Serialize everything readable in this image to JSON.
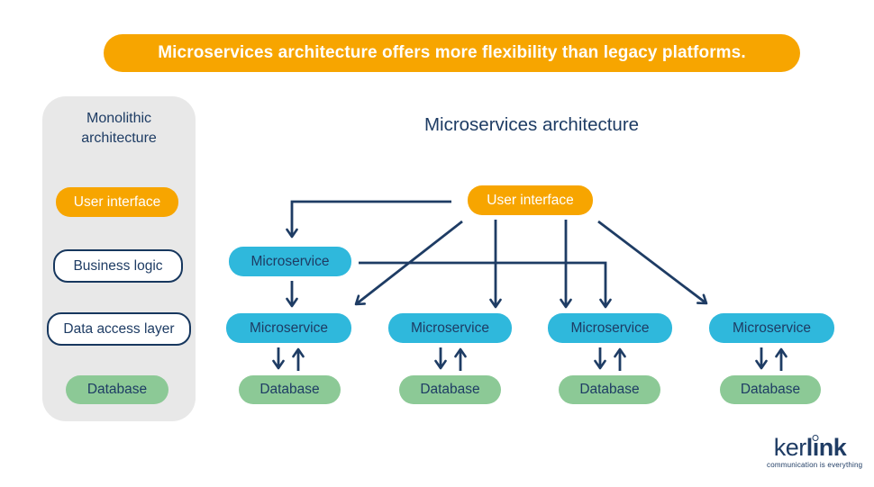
{
  "banner": {
    "text": "Microservices architecture offers more flexibility than legacy platforms.",
    "bg_color": "#F7A500"
  },
  "monolith": {
    "title": "Monolithic architecture",
    "items": [
      {
        "label": "User interface",
        "style": "orange"
      },
      {
        "label": "Business logic",
        "style": "outline"
      },
      {
        "label": "Data access layer",
        "style": "outline"
      },
      {
        "label": "Database",
        "style": "green"
      }
    ]
  },
  "diagram": {
    "title": "Microservices architecture",
    "labels": {
      "user_interface": "User interface",
      "microservice": "Microservice",
      "database": "Database"
    }
  },
  "logo": {
    "part_light": "ker",
    "part_bold_l": "l",
    "part_bold_i": "ı",
    "part_bold_nk": "nk",
    "tagline": "communication is everything"
  },
  "colors": {
    "orange": "#F7A500",
    "blue": "#2FB8DC",
    "green": "#8CC996",
    "navy": "#1E3C64",
    "panel_gray": "#E8E8E8"
  }
}
